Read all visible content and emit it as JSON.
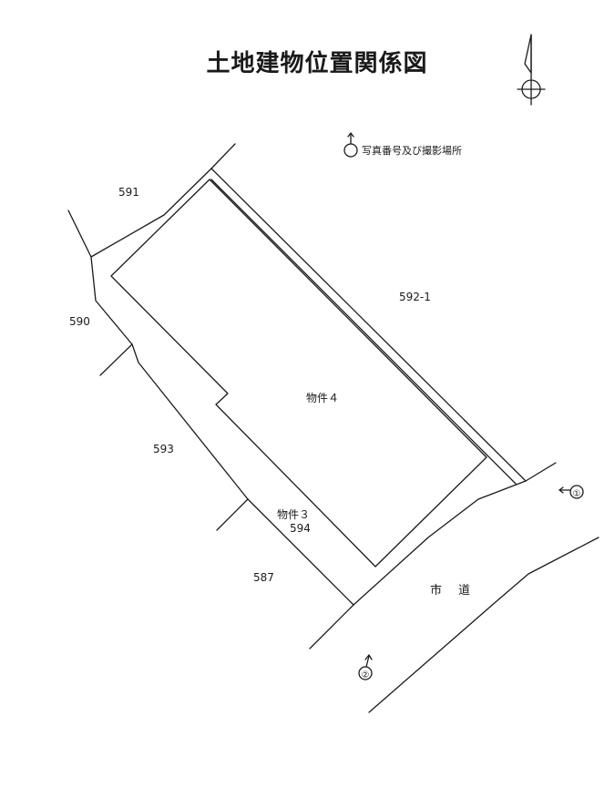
{
  "title": "土地建物位置関係図",
  "legend": {
    "label": "写真番号及び撮影場所",
    "symbol_name": "photo-spot-icon"
  },
  "compass": {
    "icon_name": "north-arrow-icon"
  },
  "lots": {
    "l591": "591",
    "l590": "590",
    "l593": "593",
    "l587": "587",
    "l592_1": "592-1",
    "l594": "594"
  },
  "properties": {
    "p4": "物件４",
    "p3": "物件３"
  },
  "road": "市道",
  "photos": {
    "p1": "①",
    "p2": "②"
  }
}
